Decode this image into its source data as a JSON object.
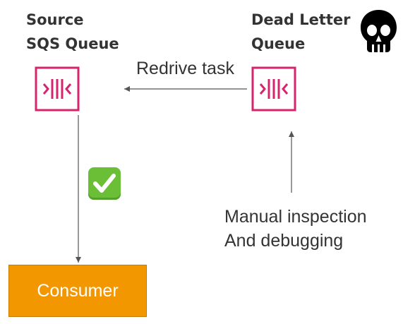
{
  "source_queue": {
    "heading_line1": "Source",
    "heading_line2": "SQS Queue"
  },
  "dead_letter_queue": {
    "heading_line1": "Dead Letter",
    "heading_line2": "Queue"
  },
  "redrive": {
    "label": "Redrive task"
  },
  "manual": {
    "line1": "Manual inspection",
    "line2": "And debugging"
  },
  "consumer": {
    "label": "Consumer"
  },
  "icons": {
    "queue": "sqs-queue-icon",
    "skull": "skull-icon",
    "check": "check-mark-icon"
  },
  "colors": {
    "queue_accent": "#d6246e",
    "consumer_fill": "#f29700",
    "check_fill": "#6abf37",
    "arrow": "#555555",
    "text": "#333333"
  }
}
